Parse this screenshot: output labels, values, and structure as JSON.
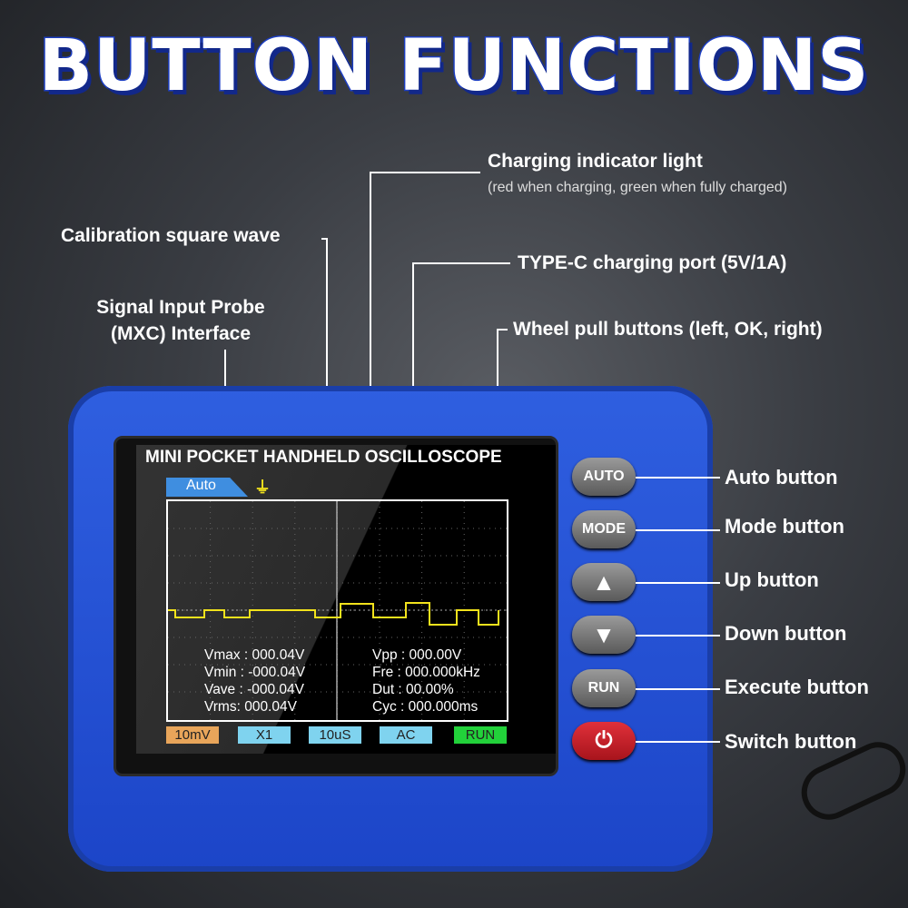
{
  "title": "BUTTON FUNCTIONS",
  "callouts": {
    "charging_light": "Charging indicator light",
    "charging_light_note": "(red when charging, green when fully charged)",
    "calibration": "Calibration square wave",
    "type_c": "TYPE-C charging port (5V/1A)",
    "probe_line1": "Signal Input Probe",
    "probe_line2": "(MXC) Interface",
    "wheel": "Wheel pull buttons (left, OK, right)"
  },
  "screen": {
    "title": "MINI POCKET HANDHELD OSCILLOSCOPE",
    "mode": "Auto",
    "left_meas": [
      "Vmax : 000.04V",
      "Vmin : -000.04V",
      "Vave : -000.04V",
      "Vrms: 000.04V"
    ],
    "right_meas": [
      "Vpp : 000.00V",
      "Fre : 000.000kHz",
      "Dut : 00.00%",
      "Cyc : 000.000ms"
    ],
    "chips": [
      {
        "label": "10mV",
        "color": "#e8a55a"
      },
      {
        "label": "X1",
        "color": "#7fd3ef"
      },
      {
        "label": "10uS",
        "color": "#7fd3ef"
      },
      {
        "label": "AC",
        "color": "#7fd3ef"
      },
      {
        "label": "RUN",
        "color": "#22d13a"
      }
    ],
    "trace_color": "#f2e21c"
  },
  "buttons": [
    {
      "label": "AUTO",
      "desc": "Auto button"
    },
    {
      "label": "MODE",
      "desc": "Mode button"
    },
    {
      "label": "▲",
      "desc": "Up button"
    },
    {
      "label": "▼",
      "desc": "Down button"
    },
    {
      "label": "RUN",
      "desc": "Execute button"
    },
    {
      "label": "⏻",
      "desc": "Switch button"
    }
  ],
  "colors": {
    "device": "#2556d8",
    "power_button": "#c8202a",
    "title_outline": "#1d3fc4"
  }
}
